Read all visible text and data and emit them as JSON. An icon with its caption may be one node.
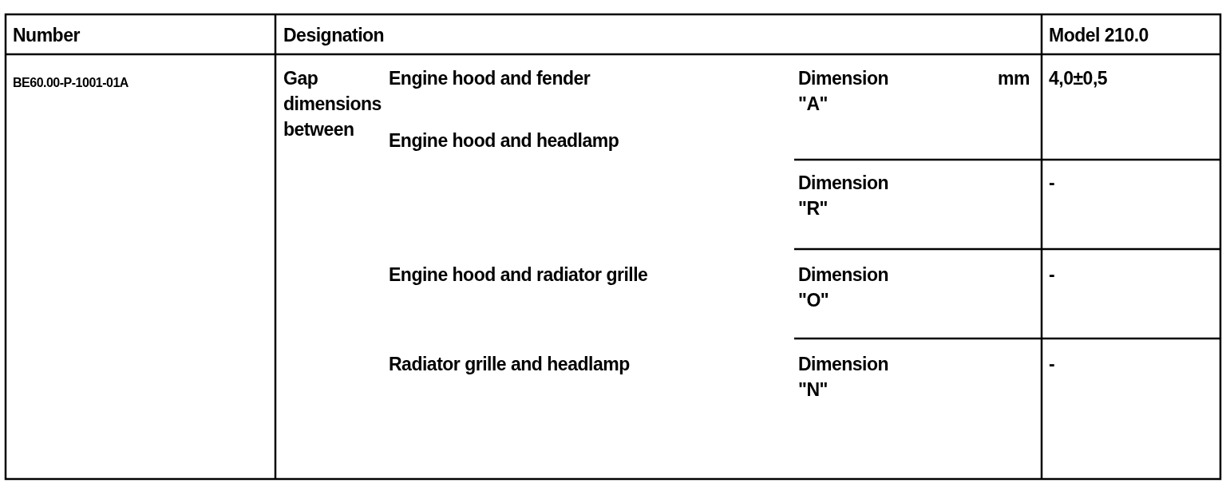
{
  "diagram": {
    "labels": [
      "Number",
      "Designation",
      "Model 210.0",
      "BE60.00-P-1001-01A",
      "Gap dimensions between",
      "Engine hood and fender",
      "Dimension \"A\"",
      "mm",
      "4,0±0,5",
      "Engine hood and headlamp",
      "Dimension \"R\"",
      "-",
      "Engine hood and radiator grille",
      "Dimension \"O\"",
      "-",
      "Radiator grille and headlamp",
      "Dimension \"N\"",
      "-"
    ]
  }
}
